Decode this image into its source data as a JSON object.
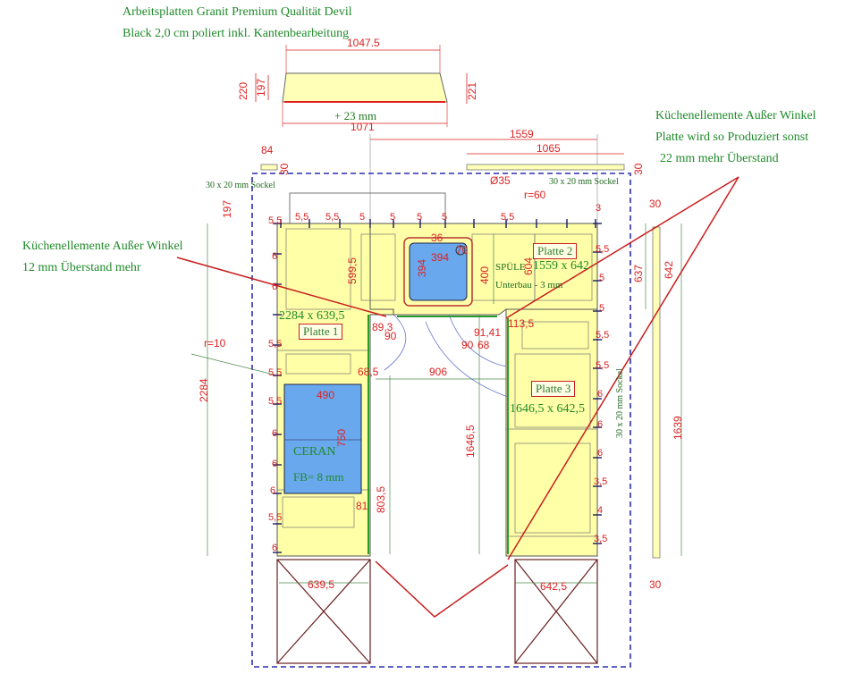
{
  "header": {
    "line1": "Arbeitsplatten Granit Premium Qualität Devil",
    "line2": "Black 2,0 cm poliert inkl. Kantenbearbeitung"
  },
  "notes": {
    "right_1": "Küchenellemente Außer Winkel",
    "right_2": "Platte wird so Produziert sonst",
    "right_3": "22 mm mehr Überstand",
    "left_1": "Küchenellemente Außer Winkel",
    "left_2": "12 mm Überstand mehr"
  },
  "plates": {
    "p1_label": "Platte 1",
    "p1_dims": "2284 x 639,5",
    "p2_label": "Platte 2",
    "p2_dims": "1559 x 642",
    "p3_label": "Platte 3",
    "p3_dims": "1646,5 x 642,5"
  },
  "cutouts": {
    "ceran_label": "CERAN",
    "ceran_fb": "FB= 8 mm",
    "ceran_w": "490",
    "ceran_h": "750",
    "sink_label": "SPÜLE",
    "sink_sub": "Unterbau - 3 mm",
    "sink_w": "394",
    "sink_h": "394",
    "sink_depth": "400",
    "tap_hole": "Ø35",
    "radius_sink": "r=60",
    "radius_ceran": "r=10"
  },
  "sockel": {
    "left": "30 x 20 mm Sockel",
    "right": "30 x 20 mm Sockel",
    "vertical": "30 x 20 mm Sockel"
  },
  "dims": {
    "top_1047": "1047.5",
    "top_1071": "1071",
    "top_220": "220",
    "top_197": "197",
    "top_221": "221",
    "top_plus": "+ 23 mm",
    "d_1559": "1559",
    "d_1065": "1065",
    "d_84": "84",
    "d_30a": "30",
    "d_30b": "30",
    "d_30c": "30",
    "d_30d": "30",
    "d_197": "197",
    "d_2284": "2284",
    "d_599": "599,5",
    "d_604": "604",
    "d_637": "637",
    "d_642": "642",
    "d_1639": "1639",
    "d_16465": "1646,5",
    "d_8035": "803,5",
    "d_906": "906",
    "d_685": "68,5",
    "d_893": "89,3",
    "d_90a": "90",
    "d_90b": "90",
    "d_68": "68",
    "d_9141": "91,41",
    "d_1135": "113,5",
    "d_6395": "639,5",
    "d_6425": "642,5",
    "d_81": "81",
    "d_36": "36",
    "d_70": "70",
    "d_6": "6",
    "d_55": "5,5",
    "d_5": "5",
    "d_3": "3",
    "d_35": "3,5",
    "d_4": "4"
  }
}
